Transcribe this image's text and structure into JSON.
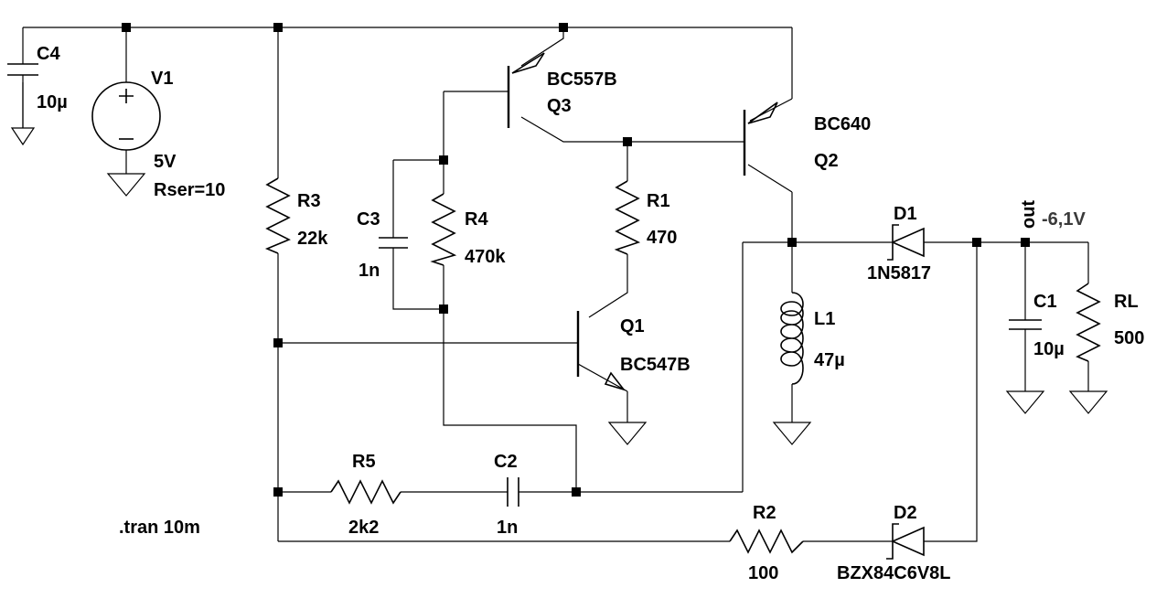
{
  "components": {
    "C4": {
      "name": "C4",
      "value": "10µ"
    },
    "V1": {
      "name": "V1",
      "value": "5V",
      "param": "Rser=10"
    },
    "R3": {
      "name": "R3",
      "value": "22k"
    },
    "C3": {
      "name": "C3",
      "value": "1n"
    },
    "R4": {
      "name": "R4",
      "value": "470k"
    },
    "Q3": {
      "name": "Q3",
      "model": "BC557B"
    },
    "R1": {
      "name": "R1",
      "value": "470"
    },
    "Q1": {
      "name": "Q1",
      "model": "BC547B"
    },
    "Q2": {
      "name": "Q2",
      "model": "BC640"
    },
    "L1": {
      "name": "L1",
      "value": "47µ"
    },
    "D1": {
      "name": "D1",
      "model": "1N5817"
    },
    "C1": {
      "name": "C1",
      "value": "10µ"
    },
    "RL": {
      "name": "RL",
      "value": "500"
    },
    "R5": {
      "name": "R5",
      "value": "2k2"
    },
    "C2": {
      "name": "C2",
      "value": "1n"
    },
    "R2": {
      "name": "R2",
      "value": "100"
    },
    "D2": {
      "name": "D2",
      "model": "BZX84C6V8L"
    }
  },
  "net_label": {
    "name": "out",
    "voltage": "-6,1V"
  },
  "directive": ".tran 10m"
}
